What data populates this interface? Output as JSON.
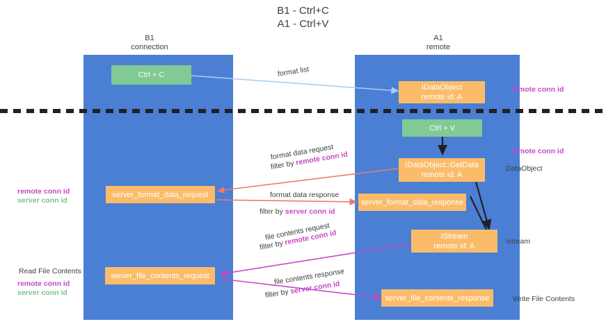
{
  "title": "B1 - Ctrl+C\nA1 - Ctrl+V",
  "lanes": [
    {
      "name": "lane-b1",
      "label": "B1\nconnection",
      "color": "#4a7fd4"
    },
    {
      "name": "lane-a1",
      "label": "A1\nremote",
      "color": "#4a7fd4"
    }
  ],
  "nodes": {
    "ctrl_c": {
      "line1": "Ctrl + C",
      "line2": "",
      "color": "#81c995"
    },
    "idataobject": {
      "line1": "IDataObject",
      "line2": "remote id: A",
      "color": "#fbbc6a"
    },
    "ctrl_v": {
      "line1": "Ctrl + V",
      "line2": "",
      "color": "#81c995"
    },
    "getdata": {
      "line1": "IDataObject::GetData",
      "line2": "remote id: A",
      "color": "#fbbc6a"
    },
    "server_format_data_request": {
      "line1": "server_format_data_request",
      "line2": "",
      "color": "#fbbc6a"
    },
    "server_format_data_response": {
      "line1": "server_format_data_response",
      "line2": "",
      "color": "#fbbc6a"
    },
    "istream": {
      "line1": "IStream",
      "line2": "remote id: A",
      "color": "#fbbc6a"
    },
    "server_file_contents_request": {
      "line1": "server_file_contents_request",
      "line2": "",
      "color": "#fbbc6a"
    },
    "server_file_contents_response": {
      "line1": "server_file_contents_response",
      "line2": "",
      "color": "#fbbc6a"
    }
  },
  "edges": {
    "format_list": {
      "label": "format list",
      "color": "#a8cdf0"
    },
    "format_data_request": {
      "label": "format data request",
      "filter_prefix": "filter by ",
      "filter_key": "remote conn id",
      "color": "#ea7a72"
    },
    "format_data_response": {
      "label": "format data response",
      "filter_prefix": "filter by ",
      "filter_key": "server conn id",
      "color": "#ea7a72"
    },
    "file_contents_request": {
      "label": "file contents request",
      "filter_prefix": "filter by ",
      "filter_key": "remote conn id",
      "color": "#c548c5"
    },
    "file_contents_response": {
      "label": "file contents response",
      "filter_prefix": "filter by ",
      "filter_key": "server conn id",
      "color": "#c548c5"
    }
  },
  "annotations": {
    "right_remote_conn_id_top": "remote conn id",
    "right_remote_conn_id_mid": "remote conn id",
    "right_dataobject": "DataObject",
    "right_istream": "Istream",
    "right_write_file_contents": "Write File Contents",
    "left_remote_conn_id": "remote conn id",
    "left_server_conn_id": "server conn id",
    "left_read_file_contents": "Read File Contents",
    "left_remote_conn_id_2": "remote conn id",
    "left_server_conn_id_2": "server conn id"
  },
  "colors": {
    "lane": "#4a7fd4",
    "green_node": "#81c995",
    "orange_node": "#fbbc6a",
    "purple": "#c548c5",
    "green_text": "#7ac28e",
    "red_arrow": "#ea7a72",
    "blue_arrow": "#a8cdf0",
    "divider": "#202124",
    "text": "#3c4043"
  }
}
